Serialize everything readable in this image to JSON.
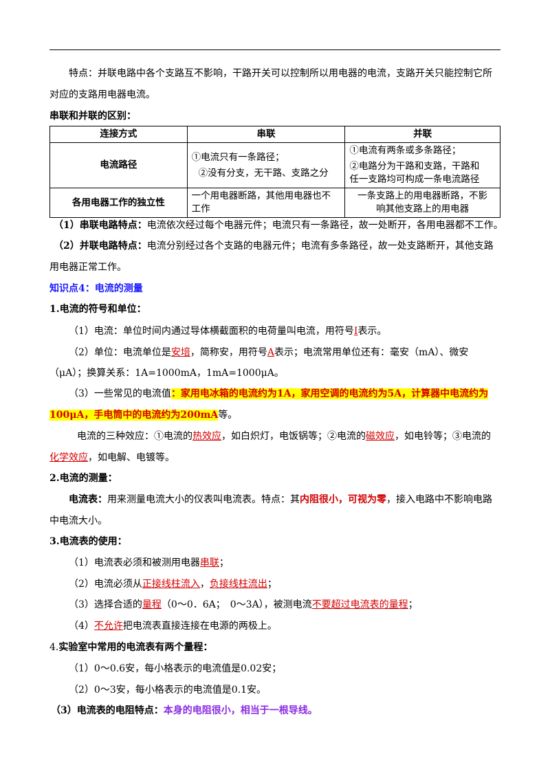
{
  "intro": {
    "line1": "特点：并联电路中各个支路互不影响，干路开关可以控制所以用电器的电流，支路开关只能控制它所",
    "line2": "对应的支路用电器电流。"
  },
  "compare_title": "串联和并联的区别：",
  "table": {
    "headers": [
      "连接方式",
      "串联",
      "并联"
    ],
    "row1": {
      "label": "电流路径",
      "series_a": "①电流只有一条路径；",
      "series_b": "②没有分支，无干路、支路之分",
      "parallel_a": "①电流有两条或多条路径；",
      "parallel_b1": "②电路分为干路和支路，干路和",
      "parallel_b2": "任一支路均可构成一条电流路径"
    },
    "row2": {
      "label": "各用电器工作的独立性",
      "series_1": "一个用电器断路，其他用电器也不",
      "series_2": "工作",
      "parallel_1": "一条支路上的用电器断路，不影",
      "parallel_2": "响其他支路上的用电器"
    }
  },
  "series_feature": {
    "label": "（1）串联电路特点：",
    "text": "电流依次经过每个电器元件；电流只有一条路径，故一处断开，各用电器都不工作。"
  },
  "parallel_feature": {
    "label": "（2）并联电路特点：",
    "text1": "电流分别经过各个支路的电器元件；电流有多条路径，故一处支路断开，其他支路",
    "text2": "用电器正常工作。"
  },
  "kp4_title": "知识点4：电流的测量",
  "s1": {
    "title": "1.电流的符号和单位：",
    "p1_a": "（1）电流：单位时间内通过导体横截面积的电荷量叫电流，用符号",
    "p1_sym": "I",
    "p1_b": "表示。",
    "p2_a": "（2）单位：电流单位是",
    "p2_unit": "安培",
    "p2_b": "，简称安，用符号",
    "p2_sym": "A",
    "p2_c": "表示；电流常用单位还有：毫安（mA）、微安",
    "p2_d": "（μA）；换算关系：1A=1000mA，1mA=1000μA。",
    "p3_a": "（3）一些常见的电流值",
    "p3_hl1": "：家用电冰箱的电流约为1A，家用空调的电流约为5A，计算器中电流约为",
    "p3_hl2": "100μA，手电筒中的电流约为200mA",
    "p3_b": "等。",
    "eff_a": "电流的三种效应：①电流的",
    "eff_heat": "热效应",
    "eff_b": "，如白炽灯，电饭锅等；②电流的",
    "eff_mag": "磁效应",
    "eff_c": "，如电铃等；③电流的",
    "eff_chem": "化学效应",
    "eff_d": "，如电解、电镀等。"
  },
  "s2": {
    "title": "2.电流的测量：",
    "label": "电流表：",
    "text_a": "用来测量电流大小的仪表叫电流表。特点：其",
    "text_red": "内阻很小，可视为零",
    "text_b": "，接入电路中不影响电路",
    "text_c": "中电流大小。"
  },
  "s3": {
    "title": "3.电流表的使用：",
    "i1_a": "（1）电流表必须和被测用电器",
    "i1_red": "串联",
    "i1_b": "；",
    "i2_a": "（2）电流必须从",
    "i2_red1": "正接线柱流入",
    "i2_b": "，",
    "i2_red2": "负接线柱流出",
    "i2_c": "；",
    "i3_a": "（3）选择合适的",
    "i3_red1": "量程",
    "i3_b": "（0～0．6A；　0～3A），被测电流",
    "i3_red2": "不要超过电流表的量程",
    "i3_c": "；",
    "i4_red": "不允许",
    "i4_pre": "（4）",
    "i4_b": "把电流表直接连接在电源的两极上。"
  },
  "s4": {
    "title_a": "4.",
    "title_b": "实验室中常用的电流表有两个量程：",
    "i1": "（1）0～0.6安，每小格表示的电流值是0.02安；",
    "i2": "（2）0～3安，每小格表示的电流值是0.1安。",
    "i3_label": "（3）电流表的电阻特点：",
    "i3_text": "本身的电阻很小，相当于一根导线。"
  }
}
